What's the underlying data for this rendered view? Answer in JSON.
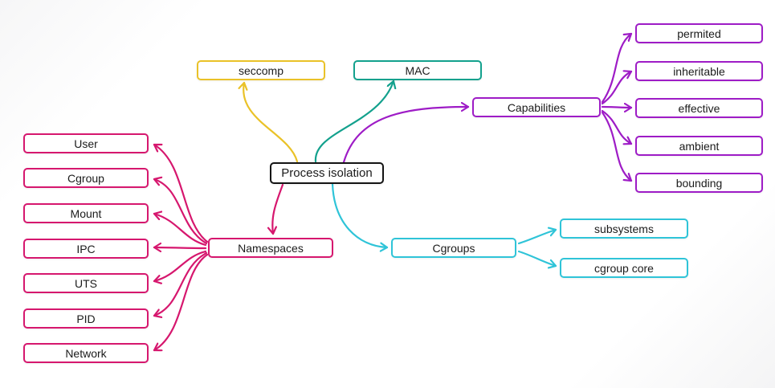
{
  "diagram": {
    "root": {
      "label": "Process isolation"
    },
    "seccomp": {
      "label": "seccomp",
      "color": "#eac228"
    },
    "mac": {
      "label": "MAC",
      "color": "#13a18d"
    },
    "capabilities": {
      "label": "Capabilities",
      "color": "#9e1cc6",
      "children": [
        {
          "label": "permited"
        },
        {
          "label": "inheritable"
        },
        {
          "label": "effective"
        },
        {
          "label": "ambient"
        },
        {
          "label": "bounding"
        }
      ]
    },
    "cgroups": {
      "label": "Cgroups",
      "color": "#2fc4d8",
      "children": [
        {
          "label": "subsystems"
        },
        {
          "label": "cgroup core"
        }
      ]
    },
    "namespaces": {
      "label": "Namespaces",
      "color": "#d6176e",
      "children": [
        {
          "label": "User"
        },
        {
          "label": "Cgroup"
        },
        {
          "label": "Mount"
        },
        {
          "label": "IPC"
        },
        {
          "label": "UTS"
        },
        {
          "label": "PID"
        },
        {
          "label": "Network"
        }
      ]
    }
  }
}
